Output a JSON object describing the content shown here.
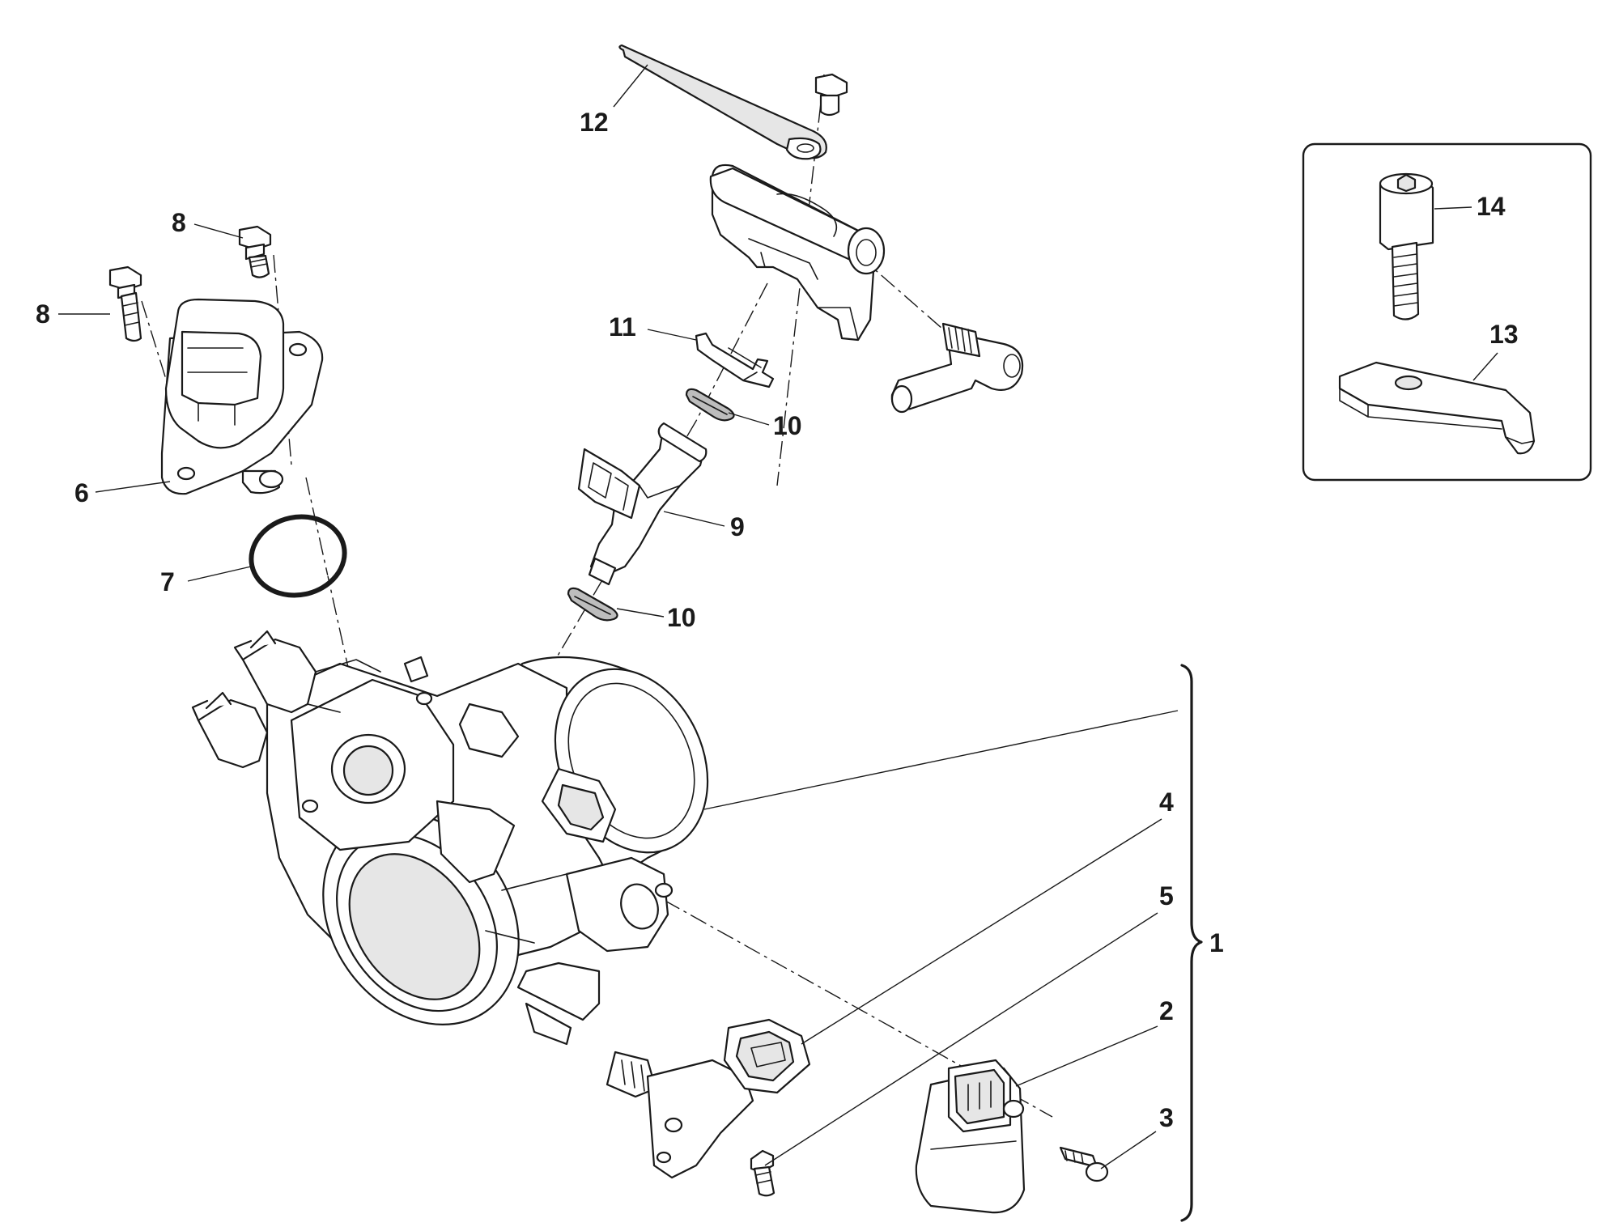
{
  "callouts": {
    "c1": "1",
    "c2": "2",
    "c3": "3",
    "c4": "4",
    "c5": "5",
    "c6": "6",
    "c7": "7",
    "c8a": "8",
    "c8b": "8",
    "c9": "9",
    "c10a": "10",
    "c10b": "10",
    "c11": "11",
    "c12": "12",
    "c13": "13",
    "c14": "14"
  }
}
